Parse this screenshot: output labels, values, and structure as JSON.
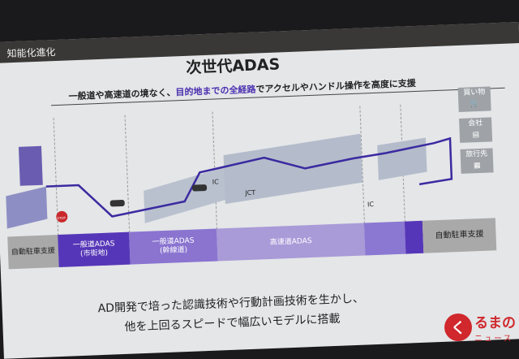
{
  "slide": {
    "section": "知能化進化",
    "title": "次世代ADAS",
    "subtitle_pre": "一般道や高速道の境なく、",
    "subtitle_highlight": "目的地までの全経路",
    "subtitle_post": "でアクセルやハンドル操作を高度に支援",
    "diagram_labels": {
      "ic1": "IC",
      "jct": "JCT",
      "ic2": "IC",
      "stop": "STOP"
    },
    "destinations": [
      "買い物",
      "会社",
      "旅行先"
    ],
    "bar": [
      {
        "label": "自動駐車支援",
        "color": "#a9a9a9"
      },
      {
        "label": "一般道ADAS",
        "sub": "(市街地)",
        "color": "#5636b8"
      },
      {
        "label": "一般道ADAS",
        "sub": "(幹線道)",
        "color": "#8a74d0"
      },
      {
        "label": "高速道ADAS",
        "color": "#a99ad8"
      },
      {
        "label": "",
        "color": "#8b78d2"
      },
      {
        "label": "",
        "color": "#5636b8"
      },
      {
        "label": "自動駐車支援",
        "color": "#a9a9a9"
      }
    ],
    "body_line1": "AD開発で培った認識技術や行動計画技術を生かし、",
    "body_line2": "他を上回るスピードで幅広いモデルに搭載"
  },
  "watermark": {
    "mark": "く",
    "text1": "るまの",
    "text2": "ニュース"
  }
}
